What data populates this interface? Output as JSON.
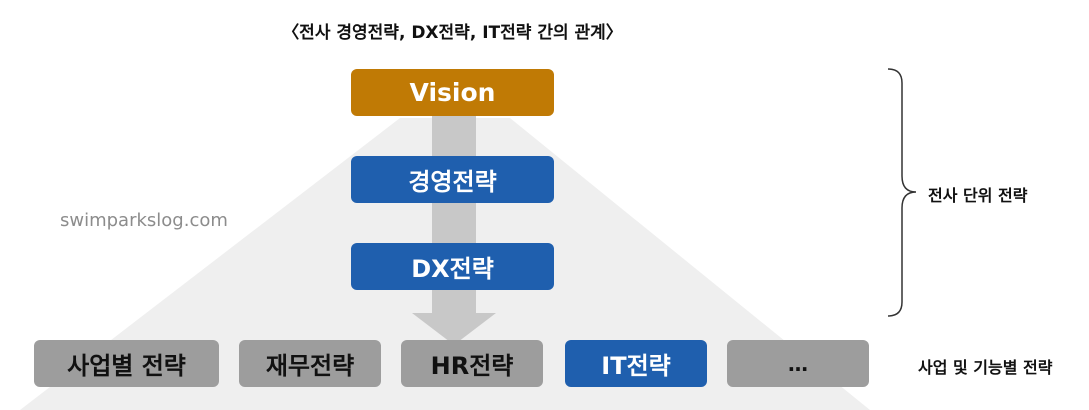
{
  "title": "〈전사 경영전략, DX전략, IT전략 간의 관계〉",
  "top": {
    "vision": "Vision",
    "management": "경영전략",
    "dx": "DX전략"
  },
  "bottom": {
    "items": [
      "사업별 전략",
      "재무전략",
      "HR전략",
      "IT전략",
      "…"
    ]
  },
  "side_labels": {
    "enterprise": "전사 단위 전략",
    "business": "사업 및 기능별 전략"
  },
  "watermark": "swimparkslog.com",
  "colors": {
    "vision": "#c07a05",
    "blue": "#1f5fae",
    "gray_box": "#9d9d9d",
    "triangle": "#efefef",
    "arrow": "#c8c8c8"
  }
}
